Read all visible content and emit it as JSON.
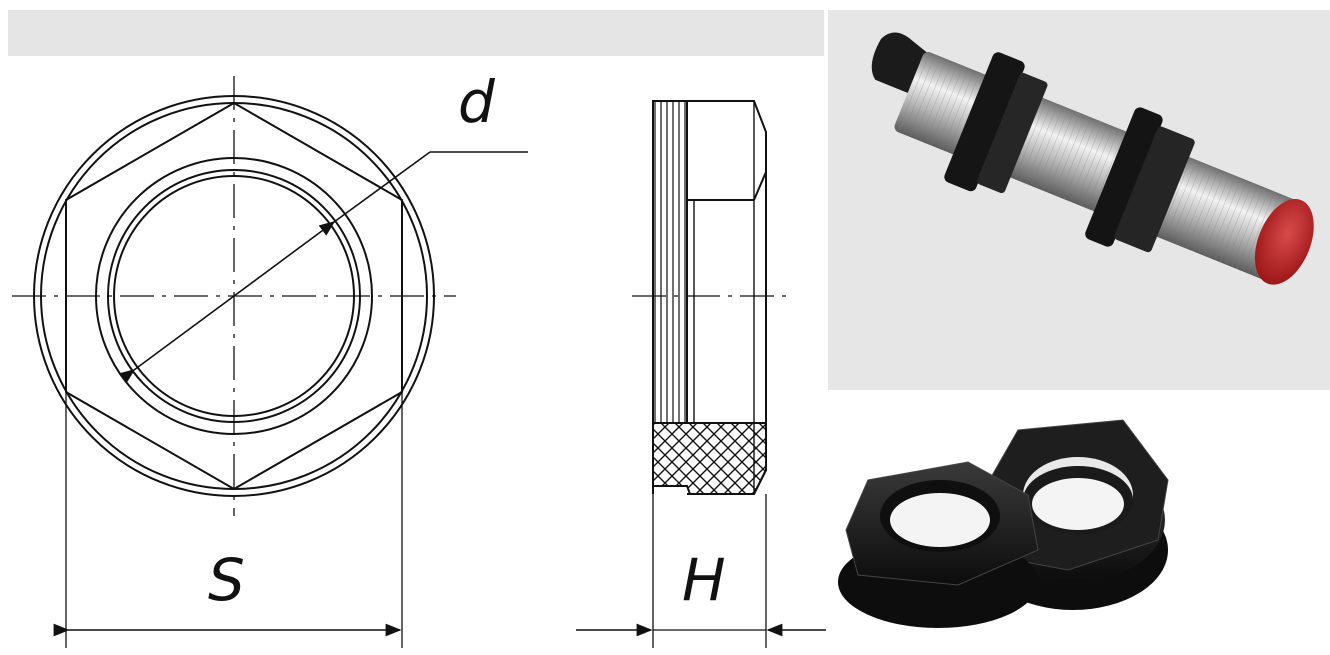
{
  "drawing": {
    "label_d": "d",
    "label_S": "S",
    "label_H": "H"
  },
  "photos": {
    "top": "proximity-sensor-photo",
    "bottom": "lock-nuts-photo"
  }
}
